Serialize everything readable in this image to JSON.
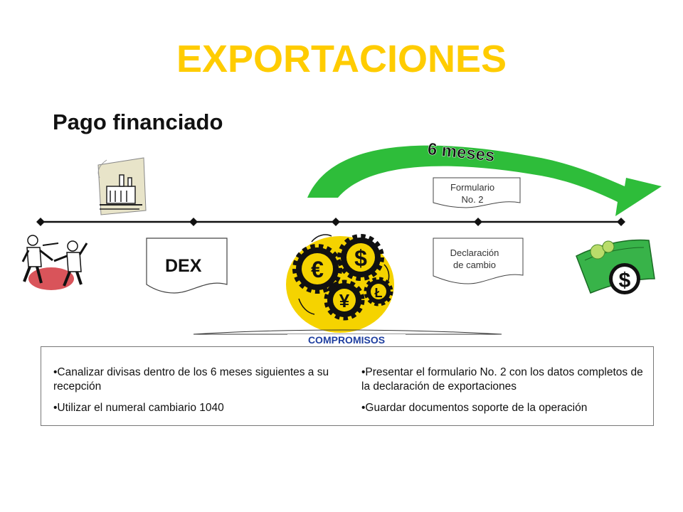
{
  "slide": {
    "title": "EXPORTACIONES",
    "subtitle": "Pago financiado"
  },
  "timeline": {
    "arc_label": "6 meses",
    "dex_label": "DEX",
    "formulario_label_line1": "Formulario",
    "formulario_label_line2": "No. 2",
    "declaracion_label_line1": "Declaración",
    "declaracion_label_line2": "de cambio",
    "currency_symbols": [
      "€",
      "$",
      "¥",
      "Ł"
    ]
  },
  "compromisos": {
    "header": "COMPROMISOS",
    "left": [
      "•Canalizar divisas dentro de los 6 meses siguientes a su recepción",
      "•Utilizar el numeral cambiario 1040"
    ],
    "right": [
      "•Presentar el formulario No. 2 con los datos completos de la declaración de exportaciones",
      "•Guardar documentos soporte de la operación"
    ]
  },
  "colors": {
    "title": "#FFCC00",
    "arrow_green": "#2ebd3a",
    "gear_yellow": "#F5D300",
    "header_blue": "#1f3fa0"
  },
  "icons": [
    "handshake-icon",
    "factory-icon",
    "currency-gears-icon",
    "money-bill-icon"
  ]
}
